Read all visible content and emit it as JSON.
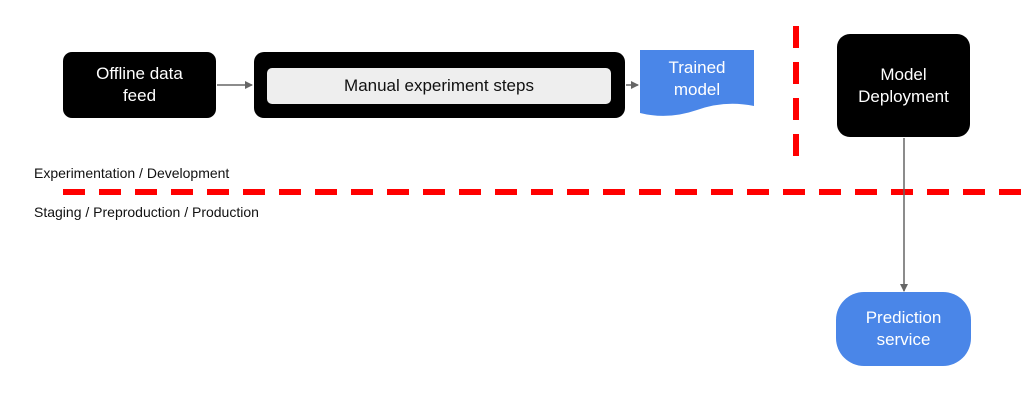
{
  "nodes": {
    "offline_feed": "Offline data\nfeed",
    "manual_steps": "Manual experiment steps",
    "trained_model": "Trained\nmodel",
    "model_deployment": "Model\nDeployment",
    "prediction_service": "Prediction\nservice"
  },
  "regions": {
    "experimentation": "Experimentation / Development",
    "staging": "Staging / Preproduction / Production"
  },
  "colors": {
    "node_dark": "#000000",
    "inner_step": "#eeeeee",
    "accent_blue": "#4a86e8",
    "boundary_red": "#ff0000",
    "arrow": "#666666"
  }
}
